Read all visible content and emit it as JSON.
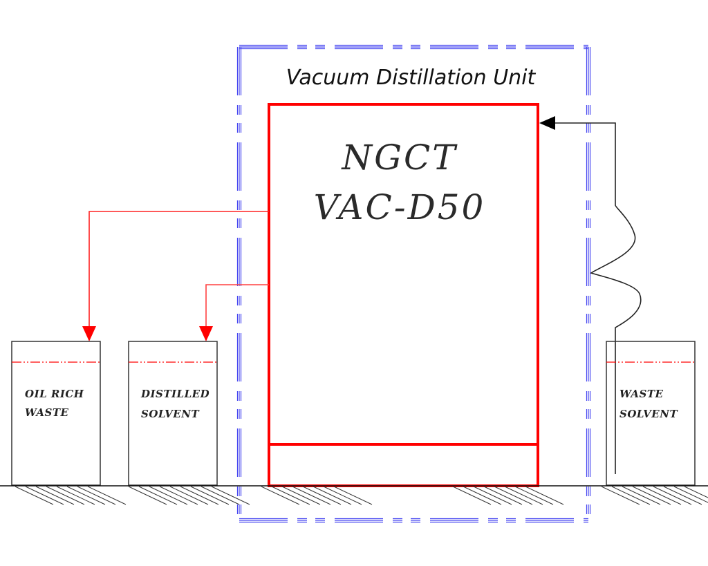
{
  "diagram": {
    "unit_title": "Vacuum Distillation Unit",
    "machine": {
      "model_line1": "NGCT",
      "model_line2": "VAC-D50"
    },
    "tanks": [
      {
        "id": "oil-rich-waste",
        "line1": "OIL RICH",
        "line2": "WASTE"
      },
      {
        "id": "distilled-solvent",
        "line1": "DISTILLED",
        "line2": "SOLVENT"
      },
      {
        "id": "waste-solvent",
        "line1": "WASTE",
        "line2": "SOLVENT"
      }
    ],
    "colors": {
      "boundary": "#4646f0",
      "machine": "#ff0000",
      "output_pipe": "#ff2020",
      "feed_pipe": "#111111",
      "level_line": "#ff0000",
      "ground": "#111111"
    },
    "icons": {
      "output_arrow": "triangle-down",
      "feed_arrow": "triangle-left"
    }
  }
}
